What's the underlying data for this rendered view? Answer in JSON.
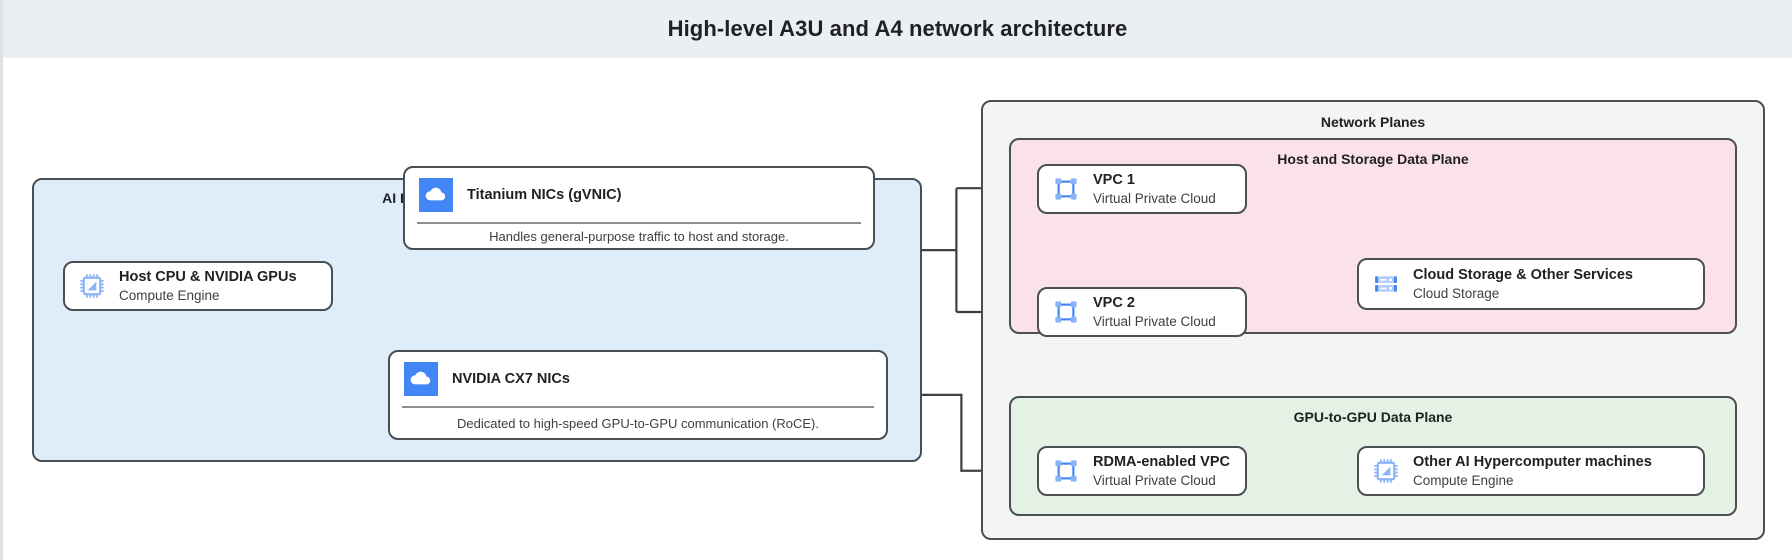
{
  "header": {
    "title": "High-level A3U and A4 network architecture"
  },
  "diagram": {
    "type": "architecture-flow",
    "groups": {
      "machines": {
        "label": "AI Hypercomputer machines",
        "color": "#dfedfb"
      },
      "network_planes": {
        "label": "Network Planes",
        "color": "#f4f4f3"
      },
      "host_storage_plane": {
        "label": "Host and Storage Data Plane",
        "color": "#fbe1e9"
      },
      "gpu_plane": {
        "label": "GPU-to-GPU Data Plane",
        "color": "#e3f2e4"
      }
    },
    "nodes": {
      "host_cpu": {
        "title": "Host CPU & NVIDIA GPUs",
        "subtitle": "Compute Engine",
        "icon": "cpu-chip-icon"
      },
      "titanium_nics": {
        "title": "Titanium NICs (gVNIC)",
        "description": "Handles general-purpose traffic to host and storage.",
        "icon": "cloud-square-icon"
      },
      "cx7_nics": {
        "title": "NVIDIA CX7 NICs",
        "description": "Dedicated to high-speed GPU-to-GPU communication (RoCE).",
        "icon": "cloud-square-icon"
      },
      "vpc1": {
        "title": "VPC 1",
        "subtitle": "Virtual Private Cloud",
        "icon": "vpc-icon"
      },
      "vpc2": {
        "title": "VPC 2",
        "subtitle": "Virtual Private Cloud",
        "icon": "vpc-icon"
      },
      "cloud_storage": {
        "title": "Cloud Storage & Other Services",
        "subtitle": "Cloud Storage",
        "icon": "storage-rack-icon"
      },
      "rdma_vpc": {
        "title": "RDMA-enabled VPC",
        "subtitle": "Virtual Private Cloud",
        "icon": "vpc-icon"
      },
      "other_machines": {
        "title": "Other AI Hypercomputer machines",
        "subtitle": "Compute Engine",
        "icon": "cpu-chip-icon"
      }
    },
    "edges": [
      {
        "from": "host_cpu",
        "to": "titanium_nics"
      },
      {
        "from": "host_cpu",
        "to": "cx7_nics"
      },
      {
        "from": "titanium_nics",
        "to": "vpc1"
      },
      {
        "from": "titanium_nics",
        "to": "vpc2"
      },
      {
        "from": "vpc1",
        "to": "cloud_storage"
      },
      {
        "from": "vpc2",
        "to": "cloud_storage"
      },
      {
        "from": "cx7_nics",
        "to": "rdma_vpc"
      },
      {
        "from": "rdma_vpc",
        "to": "other_machines"
      }
    ],
    "colors": {
      "icon_blue": "#4285f4",
      "icon_blue_light": "#8ab4f8",
      "stroke": "#4a4f54",
      "header_bg": "#eceff1"
    }
  }
}
